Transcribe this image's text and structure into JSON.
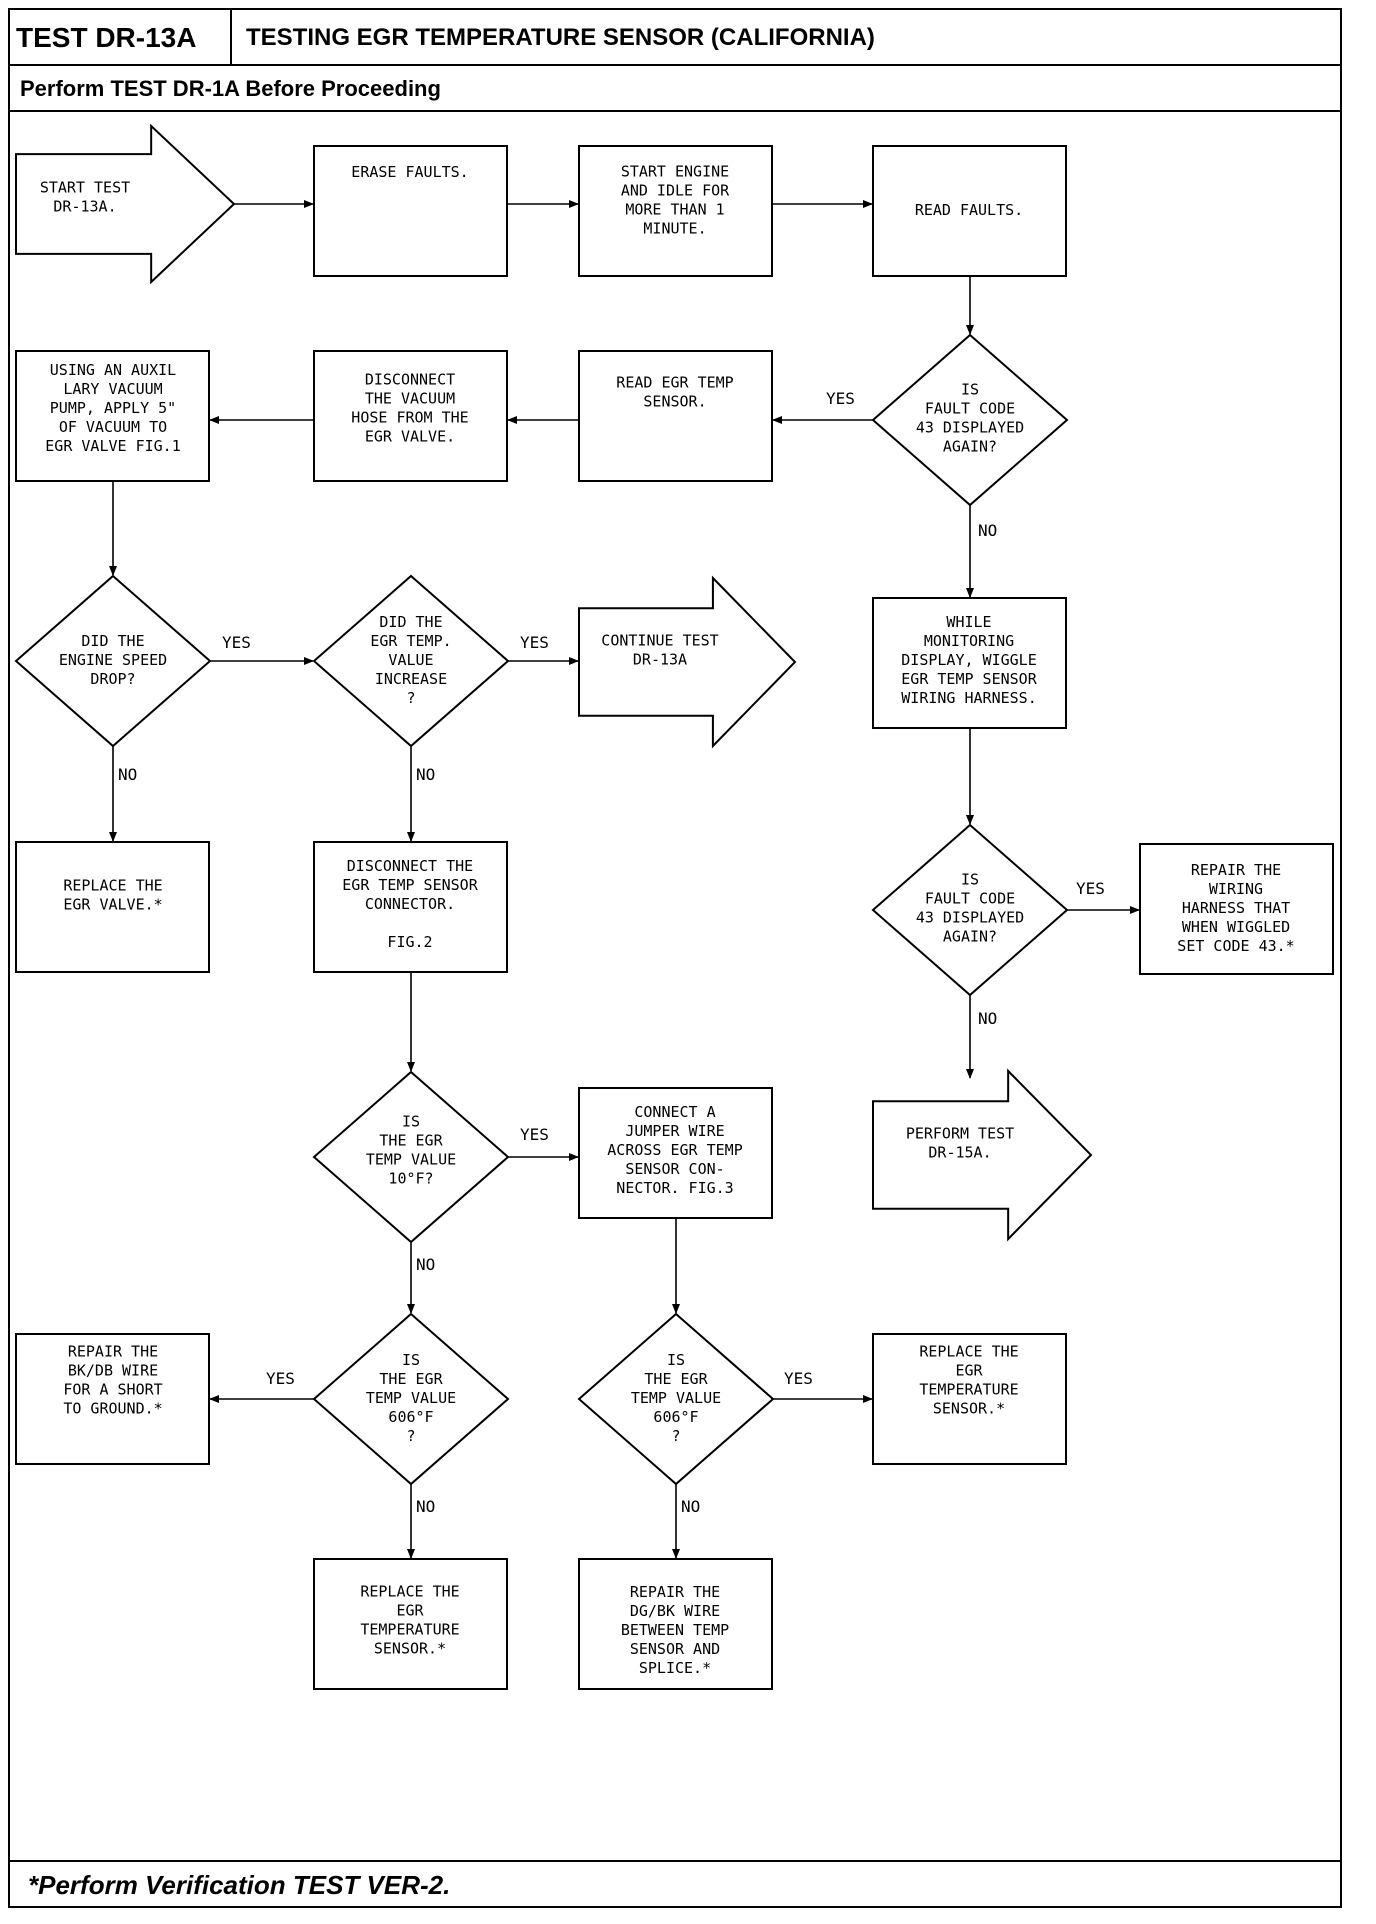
{
  "header": {
    "test_id": "TEST DR-13A",
    "title": "TESTING EGR TEMPERATURE SENSOR (CALIFORNIA)",
    "prerequisite": "Perform TEST DR-1A Before Proceeding"
  },
  "footer": {
    "note": "*Perform Verification TEST VER-2."
  },
  "nodes": {
    "start": [
      "START TEST",
      "DR-13A."
    ],
    "erase": [
      "ERASE FAULTS."
    ],
    "start_engine": [
      "START ENGINE",
      "AND IDLE FOR",
      "MORE THAN 1",
      "MINUTE."
    ],
    "read_faults": [
      "READ FAULTS."
    ],
    "q_fault43_1": [
      "IS",
      "FAULT CODE",
      "43 DISPLAYED",
      "AGAIN?"
    ],
    "read_egr_temp": [
      "READ EGR TEMP",
      "SENSOR."
    ],
    "disconnect_hose": [
      "DISCONNECT",
      "THE VACUUM",
      "HOSE FROM THE",
      "EGR VALVE."
    ],
    "apply_vacuum": [
      "USING AN AUXIL",
      "LARY VACUUM",
      "PUMP, APPLY 5\"",
      "OF VACUUM TO",
      "EGR VALVE FIG.1"
    ],
    "q_engine_drop": [
      "DID THE",
      "ENGINE SPEED",
      "DROP?"
    ],
    "q_value_increase": [
      "DID THE",
      "EGR TEMP.",
      "VALUE",
      "INCREASE",
      "?"
    ],
    "continue_test": [
      "CONTINUE TEST",
      "DR-13A"
    ],
    "wiggle": [
      "WHILE",
      "MONITORING",
      "DISPLAY, WIGGLE",
      "EGR TEMP SENSOR",
      "WIRING HARNESS."
    ],
    "replace_valve": [
      "REPLACE THE",
      "EGR VALVE.*"
    ],
    "disconnect_connector": [
      "DISCONNECT THE",
      "EGR TEMP SENSOR",
      "CONNECTOR.",
      "",
      "FIG.2"
    ],
    "q_fault43_2": [
      "IS",
      "FAULT CODE",
      "43 DISPLAYED",
      "AGAIN?"
    ],
    "repair_harness": [
      "REPAIR THE",
      "WIRING",
      "HARNESS THAT",
      "WHEN WIGGLED",
      "SET CODE 43.*"
    ],
    "q_10f": [
      "IS",
      "THE EGR",
      "TEMP VALUE",
      "10°F?"
    ],
    "jumper": [
      "CONNECT A",
      "JUMPER WIRE",
      "ACROSS EGR TEMP",
      "SENSOR CON-",
      "NECTOR. FIG.3"
    ],
    "perform_15a": [
      "PERFORM TEST",
      "DR-15A."
    ],
    "repair_bkdb": [
      "REPAIR THE",
      "BK/DB WIRE",
      "FOR A SHORT",
      "TO GROUND.*"
    ],
    "q_606_a": [
      "IS",
      "THE EGR",
      "TEMP VALUE",
      "606°F",
      "?"
    ],
    "q_606_b": [
      "IS",
      "THE EGR",
      "TEMP VALUE",
      "606°F",
      "?"
    ],
    "replace_sensor_a": [
      "REPLACE THE",
      "EGR",
      "TEMPERATURE",
      "SENSOR.*"
    ],
    "replace_sensor_b": [
      "REPLACE THE",
      "EGR",
      "TEMPERATURE",
      "SENSOR.*"
    ],
    "repair_dgbk": [
      "REPAIR THE",
      "DG/BK WIRE",
      "BETWEEN TEMP",
      "SENSOR AND",
      "SPLICE.*"
    ]
  },
  "edge_labels": {
    "yes": "YES",
    "no": "NO"
  }
}
